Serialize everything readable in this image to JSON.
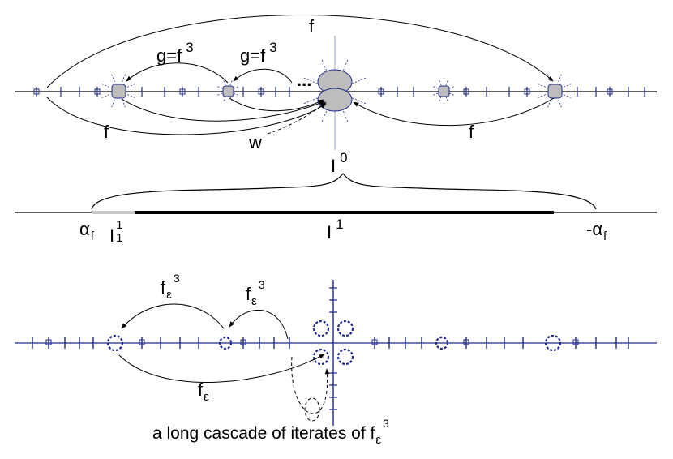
{
  "top_panel": {
    "arrow_labels": {
      "f_top": "f",
      "g_left_base": "g=f",
      "g_left_exp": "3",
      "g_right_base": "g=f",
      "g_right_exp": "3",
      "f_bottom_left": "f",
      "f_bottom_right": "f",
      "w": "w",
      "dots": "..."
    }
  },
  "middle_panel": {
    "I0_base": "I",
    "I0_exp": "0",
    "alpha_left_base": "α",
    "alpha_left_sub": "f",
    "I11_base": "I",
    "I11_sup": "1",
    "I11_sub": "1",
    "I1_base": "I",
    "I1_exp": "1",
    "alpha_right_base": "-α",
    "alpha_right_sub": "f"
  },
  "bottom_panel": {
    "f_eps_left_base": "f",
    "f_eps_left_sub": "ε",
    "f_eps_left_exp": "3",
    "f_eps_right_base": "f",
    "f_eps_right_sub": "ε",
    "f_eps_right_exp": "3",
    "f_eps_lower_base": "f",
    "f_eps_lower_sub": "ε",
    "caption_base": "a long cascade of iterates of f",
    "caption_sub": "ε",
    "caption_exp": "3"
  },
  "colors": {
    "julia_blue": "#1e2a8a",
    "grey_fill": "#bdbdbd",
    "light_grey_segment": "#c8c8c8",
    "axis": "#000000"
  }
}
